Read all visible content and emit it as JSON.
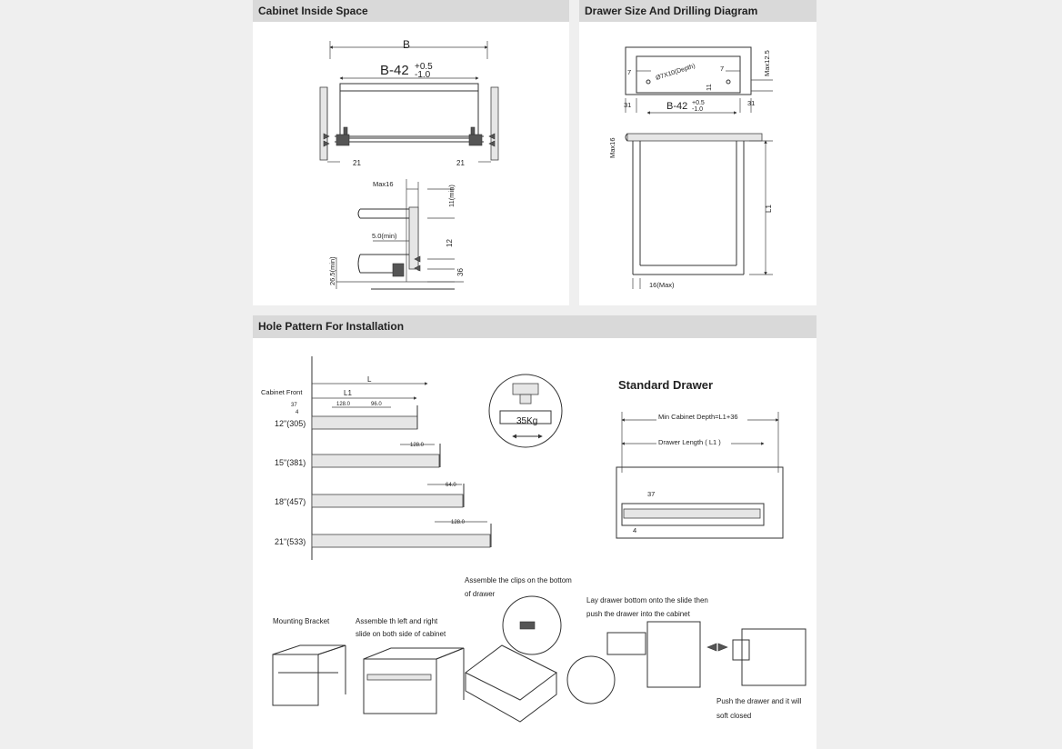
{
  "sections": {
    "cabinet_inside_space": "Cabinet Inside Space",
    "drawer_size_drilling": "Drawer Size And Drilling Diagram",
    "hole_pattern": "Hole Pattern For Installation"
  },
  "cabinet_diagram": {
    "b_label": "B",
    "b42_label": "B-42",
    "tol_plus": "+0.5",
    "tol_minus": "-1.0",
    "left_offset": "21",
    "right_offset": "21",
    "max16": "Max16",
    "eleven_min": "11(min)",
    "five_min": "5.0(min)",
    "twelve": "12",
    "thirtysix": "36",
    "twentysix": "26.5(min)"
  },
  "drawer_diagram": {
    "seven_left": "7",
    "seven_right": "7",
    "hole_note": "Ø7X10(Depth)",
    "max12_5": "Max12.5",
    "eleven": "11",
    "thirtyone_left": "31",
    "thirtyone_right": "31",
    "b42_label": "B-42",
    "tol_plus": "+0.5",
    "tol_minus": "-1.0",
    "max16": "Max16",
    "l1": "L1",
    "sixteen_max": "16(Max)"
  },
  "hole_pattern": {
    "cabinet_front": "Cabinet Front",
    "l_label": "L",
    "l1_label": "L1",
    "dim_37": "37",
    "dim_4": "4",
    "dim_128": "128.0",
    "dim_96": "96.0",
    "dim_128_b": "128.0",
    "dim_64": "64.0",
    "dim_128_c": "128.0",
    "sizes": [
      "12\"(305)",
      "15\"(381)",
      "18\"(457)",
      "21\"(533)"
    ],
    "load": "35Kg"
  },
  "standard_drawer": {
    "title": "Standard Drawer",
    "min_depth": "Min Cabinet Depth=L1+36",
    "drawer_length": "Drawer  Length ( L1 )",
    "dim_37": "37",
    "dim_4": "4"
  },
  "instructions": {
    "mounting_bracket": "Mounting Bracket",
    "assemble_slides_1": "Assemble th left and right",
    "assemble_slides_2": "slide on both side of cabinet",
    "assemble_clips_1": "Assemble the clips on the bottom",
    "assemble_clips_2": "of drawer",
    "lay_drawer_1": "Lay drawer bottom onto the slide then",
    "lay_drawer_2": "push the drawer into the cabinet",
    "push_closed_1": "Push the drawer and it will",
    "push_closed_2": "soft closed"
  }
}
